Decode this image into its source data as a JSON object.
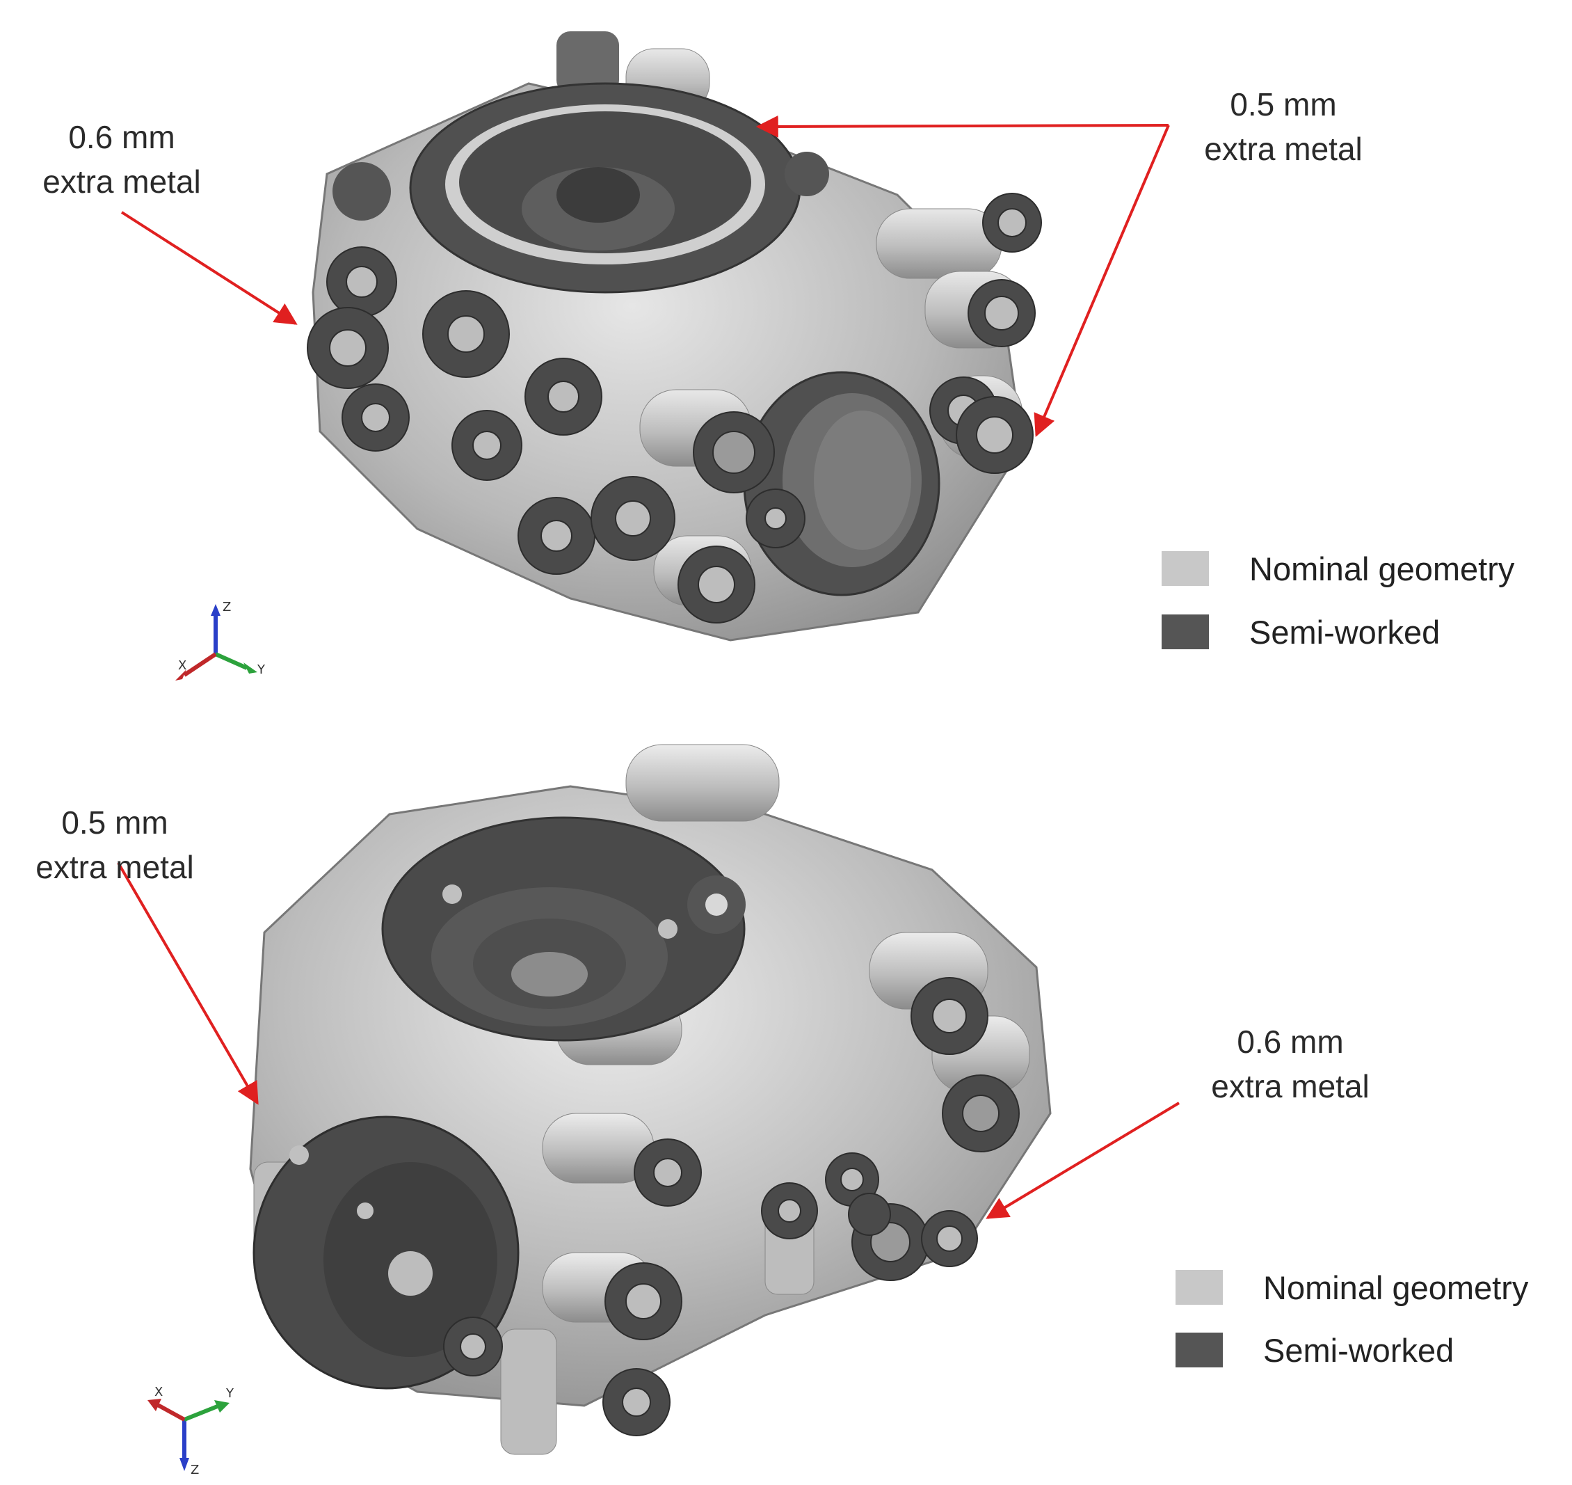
{
  "colors": {
    "nominal": "#c8c8c8",
    "semi_worked": "#555555",
    "arrow": "#e02020",
    "axis_x": "#c0282a",
    "axis_y": "#2ca23c",
    "axis_z": "#2a3fc8"
  },
  "panels": [
    {
      "annotations": [
        {
          "value": "0.6 mm",
          "label": "extra metal"
        },
        {
          "value": "0.5 mm",
          "label": "extra metal"
        }
      ],
      "legend": [
        {
          "label": "Nominal geometry"
        },
        {
          "label": "Semi-worked"
        }
      ],
      "triad": {
        "up": "Z",
        "left": "X",
        "right": "Y"
      }
    },
    {
      "annotations": [
        {
          "value": "0.5 mm",
          "label": "extra metal"
        },
        {
          "value": "0.6 mm",
          "label": "extra metal"
        }
      ],
      "legend": [
        {
          "label": "Nominal geometry"
        },
        {
          "label": "Semi-worked"
        }
      ],
      "triad": {
        "left": "X",
        "right": "Y",
        "down": "Z"
      }
    }
  ]
}
